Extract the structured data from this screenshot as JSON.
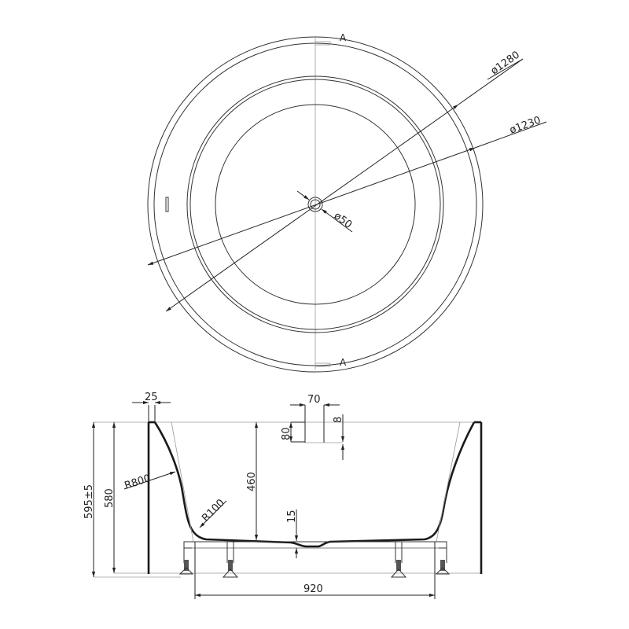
{
  "top_view": {
    "section_marker_top": "A",
    "section_marker_bottom": "A",
    "dimensions": {
      "outer_diameter": "ø1280",
      "inner_rim_diameter": "ø1230",
      "drain_diameter": "ø50"
    }
  },
  "side_view": {
    "dimensions": {
      "rim_thickness": "25",
      "overflow_width": "70",
      "overflow_depth": "8",
      "overflow_offset": "80",
      "total_height": "595±5",
      "body_height": "580",
      "water_depth": "460",
      "drain_depth": "15",
      "wall_radius": "R800",
      "bottom_radius": "R100",
      "frame_width": "920"
    }
  },
  "colors": {
    "line": "#1a1a1a",
    "background": "#ffffff"
  }
}
